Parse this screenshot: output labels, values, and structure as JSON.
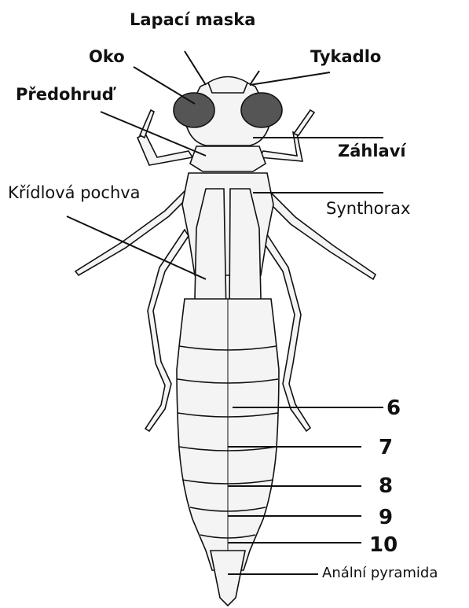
{
  "labels": {
    "mask": "Lapací maska",
    "eye": "Oko",
    "antenna": "Tykadlo",
    "prothorax": "Předohruď",
    "occiput": "Záhlaví",
    "wing_sheath": "Křídlová pochva",
    "synthorax": "Synthorax",
    "seg6": "6",
    "seg7": "7",
    "seg8": "8",
    "seg9": "9",
    "seg10": "10",
    "anal": "Anální pyramida"
  },
  "colors": {
    "ink": "#111111",
    "fill": "#f4f4f4",
    "shade": "#555555"
  }
}
